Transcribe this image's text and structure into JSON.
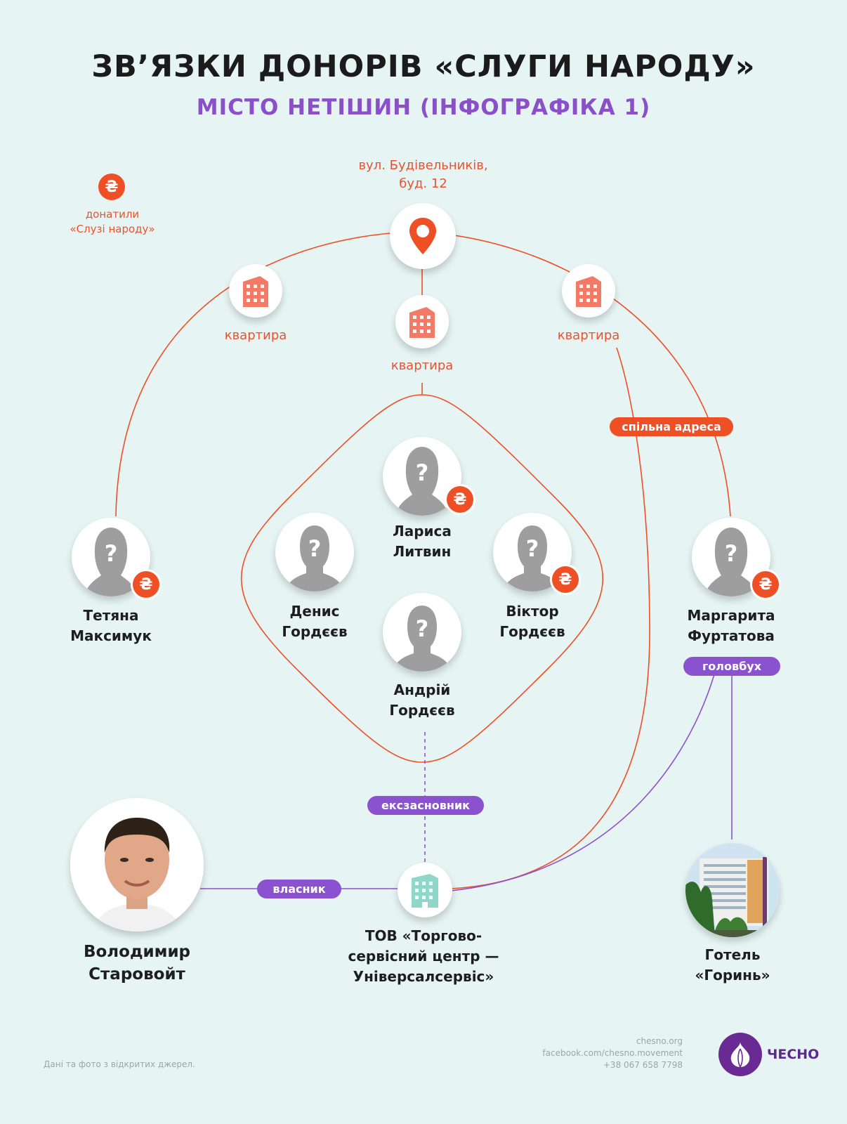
{
  "header": {
    "title": "ЗВ’ЯЗКИ ДОНОРІВ «СЛУГИ НАРОДУ»",
    "subtitle": "МІСТО НЕТІШИН (ІНФОГРАФІКА 1)"
  },
  "legend": {
    "icon": "₴",
    "text_line1": "донатили",
    "text_line2": "«Слузі народу»"
  },
  "address": {
    "line1": "вул. Будівельників,",
    "line2": "буд. 12"
  },
  "apartments": {
    "left": "квартира",
    "center": "квартира",
    "right": "квартира"
  },
  "edges": {
    "shared_address": "спільна адреса",
    "chief_accountant": "головбух",
    "ex_founder": "ексзасновник",
    "owner": "власник"
  },
  "persons": {
    "tetiana": {
      "line1": "Тетяна",
      "line2": "Максимук"
    },
    "larysa": {
      "line1": "Лариса",
      "line2": "Литвин"
    },
    "denys": {
      "line1": "Денис",
      "line2": "Гордєєв"
    },
    "viktor": {
      "line1": "Віктор",
      "line2": "Гордєєв"
    },
    "andrii": {
      "line1": "Андрій",
      "line2": "Гордєєв"
    },
    "marharyta": {
      "line1": "Маргарита",
      "line2": "Фуртатова"
    },
    "volodymyr": {
      "line1": "Володимир",
      "line2": "Старовойт"
    }
  },
  "company": {
    "line1": "ТОВ «Торгово-",
    "line2": "сервісний центр —",
    "line3": "Універсалсервіс»"
  },
  "hotel": {
    "line1": "Готель",
    "line2": "«Горинь»"
  },
  "footer": {
    "note": "Дані та фото з відкритих джерел.",
    "site": "chesno.org",
    "facebook": "facebook.com/chesno.movement",
    "phone": "+38 067 658 7798",
    "brand": "ЧЕСНО"
  },
  "colors": {
    "background": "#e6f4f4",
    "accent_orange": "#ee4f25",
    "accent_purple": "#8b52cf",
    "title": "#1b1b1b"
  },
  "icons": {
    "address": "map-pin-icon",
    "apartment": "building-icon",
    "company": "office-building-icon",
    "donation": "hryvnia-icon",
    "unknown_person": "silhouette-icon"
  }
}
